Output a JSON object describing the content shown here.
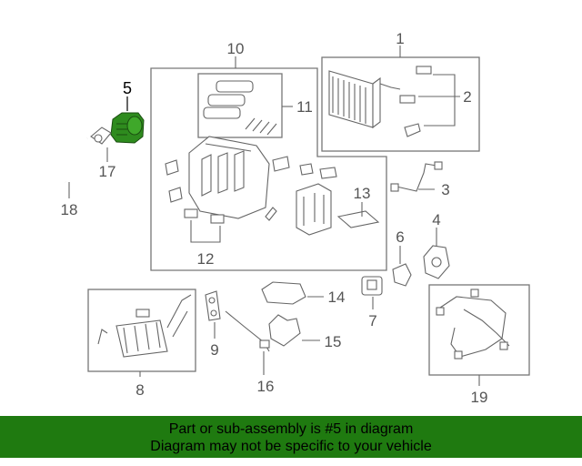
{
  "diagram": {
    "callouts": [
      "1",
      "2",
      "3",
      "4",
      "5",
      "6",
      "7",
      "8",
      "9",
      "10",
      "11",
      "12",
      "13",
      "14",
      "15",
      "16",
      "17",
      "18",
      "19"
    ],
    "highlighted_part": "5",
    "highlight_color": "#2e8b1e"
  },
  "banner": {
    "line1": "Part or sub-assembly is #5 in diagram",
    "line2": "Diagram may not be specific to your vehicle",
    "background": "#1f7a10"
  }
}
